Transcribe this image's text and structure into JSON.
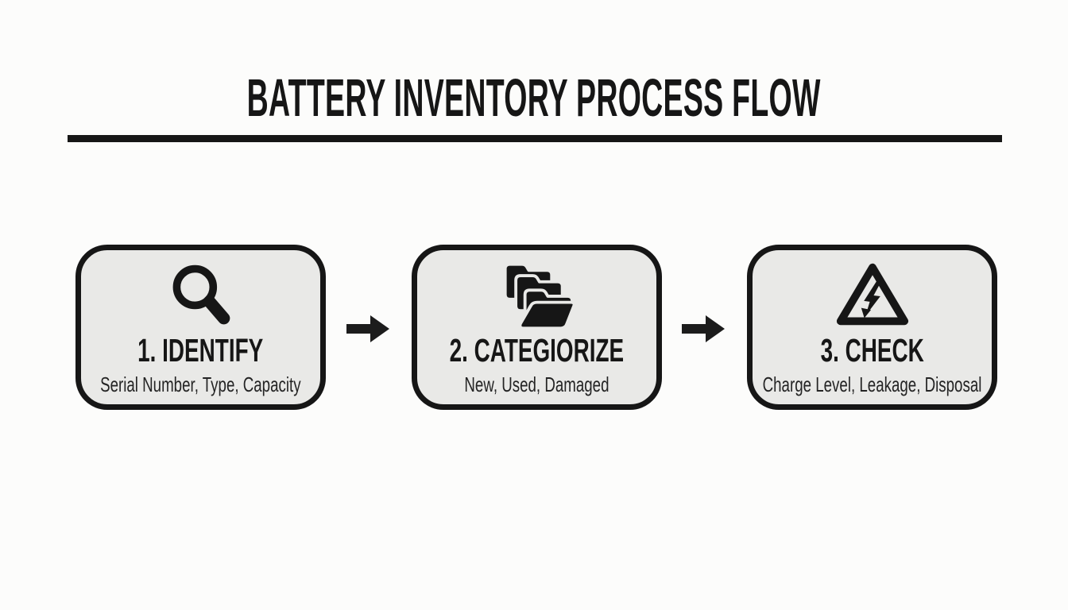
{
  "title": "BATTERY INVENTORY PROCESS FLOW",
  "colors": {
    "background": "#fcfcfb",
    "box_fill": "#e9e9e7",
    "ink": "#161616"
  },
  "steps": [
    {
      "icon": "magnifier-icon",
      "heading": "1. IDENTIFY",
      "subtitle": "Serial Number, Type, Capacity"
    },
    {
      "icon": "folders-icon",
      "heading": "2. CATEGIORIZE",
      "subtitle": "New, Used, Damaged"
    },
    {
      "icon": "high-voltage-warning-icon",
      "heading": "3. CHECK",
      "subtitle": "Charge Level, Leakage, Disposal"
    }
  ]
}
